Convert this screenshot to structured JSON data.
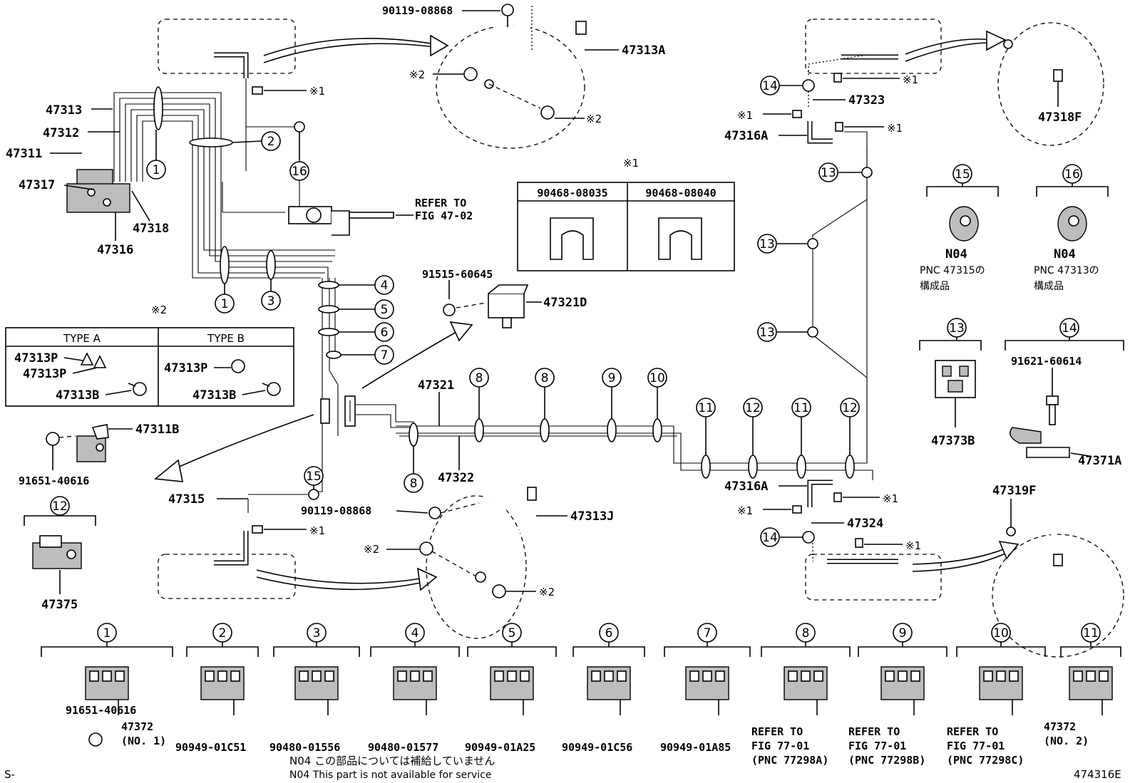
{
  "diagram_id": "474316E",
  "corner_mark": "S-",
  "part_labels": {
    "p47313A": "47313A",
    "p47313": "47313",
    "p47312": "47312",
    "p47311": "47311",
    "p47317": "47317",
    "p47318": "47318",
    "p47316": "47316",
    "p47313J": "47313J",
    "p47321D": "47321D",
    "p47321": "47321",
    "p47322": "47322",
    "p47311B": "47311B",
    "p47315": "47315",
    "p47375": "47375",
    "p47323": "47323",
    "p47316A_top": "47316A",
    "p47316A_bot": "47316A",
    "p47324": "47324",
    "p47318F": "47318F",
    "p47319F": "47319F",
    "p47373B": "47373B",
    "p47371A": "47371A",
    "b90119_top": "90119-08868",
    "b90119_bot": "90119-08868",
    "b91515": "91515-60645",
    "b91651_left": "91651-40616",
    "b91621": "91621-60614"
  },
  "refer_fig_4702": [
    "REFER TO",
    "FIG 47-02"
  ],
  "note_mark_1": "※1",
  "note_mark_2": "※2",
  "shim_table": {
    "mark": "※1",
    "col_a": "90468-08035",
    "col_b": "90468-08040"
  },
  "type_table": {
    "mark": "※2",
    "type_a": "TYPE A",
    "type_b": "TYPE B",
    "a_part_1": "47313P",
    "a_part_2": "47313P",
    "a_part_3": "47313B",
    "b_part_1": "47313P",
    "b_part_2": "47313B"
  },
  "grommets": {
    "g15_code": "N04",
    "g15_line1": "PNC 47315の",
    "g15_line2": "構成品",
    "g16_code": "N04",
    "g16_line1": "PNC 47313の",
    "g16_line2": "構成品"
  },
  "callout_numbers": {
    "n1": "1",
    "n2": "2",
    "n3": "3",
    "n4": "4",
    "n5": "5",
    "n6": "6",
    "n7": "7",
    "n8": "8",
    "n9": "9",
    "n10": "10",
    "n11": "11",
    "n12": "12",
    "n13": "13",
    "n14": "14",
    "n15": "15",
    "n16": "16"
  },
  "clamp_row": [
    {
      "num": "1",
      "lines": [
        "47372",
        "(NO. 1)"
      ],
      "extra": "91651-40616"
    },
    {
      "num": "2",
      "lines": [
        "90949-01C51"
      ]
    },
    {
      "num": "3",
      "lines": [
        "90480-01556"
      ]
    },
    {
      "num": "4",
      "lines": [
        "90480-01577"
      ]
    },
    {
      "num": "5",
      "lines": [
        "90949-01A25"
      ]
    },
    {
      "num": "6",
      "lines": [
        "90949-01C56"
      ]
    },
    {
      "num": "7",
      "lines": [
        "90949-01A85"
      ]
    },
    {
      "num": "8",
      "lines": [
        "REFER TO",
        "FIG 77-01",
        "(PNC 77298A)"
      ]
    },
    {
      "num": "9",
      "lines": [
        "REFER TO",
        "FIG 77-01",
        "(PNC 77298B)"
      ]
    },
    {
      "num": "10",
      "lines": [
        "REFER TO",
        "FIG 77-01",
        "(PNC 77298C)"
      ]
    },
    {
      "num": "11",
      "lines": [
        "47372",
        "(NO. 2)"
      ]
    }
  ],
  "footer_notes": {
    "jp": "N04 この部品については補給していません",
    "en": "N04 This part is not available for service"
  }
}
